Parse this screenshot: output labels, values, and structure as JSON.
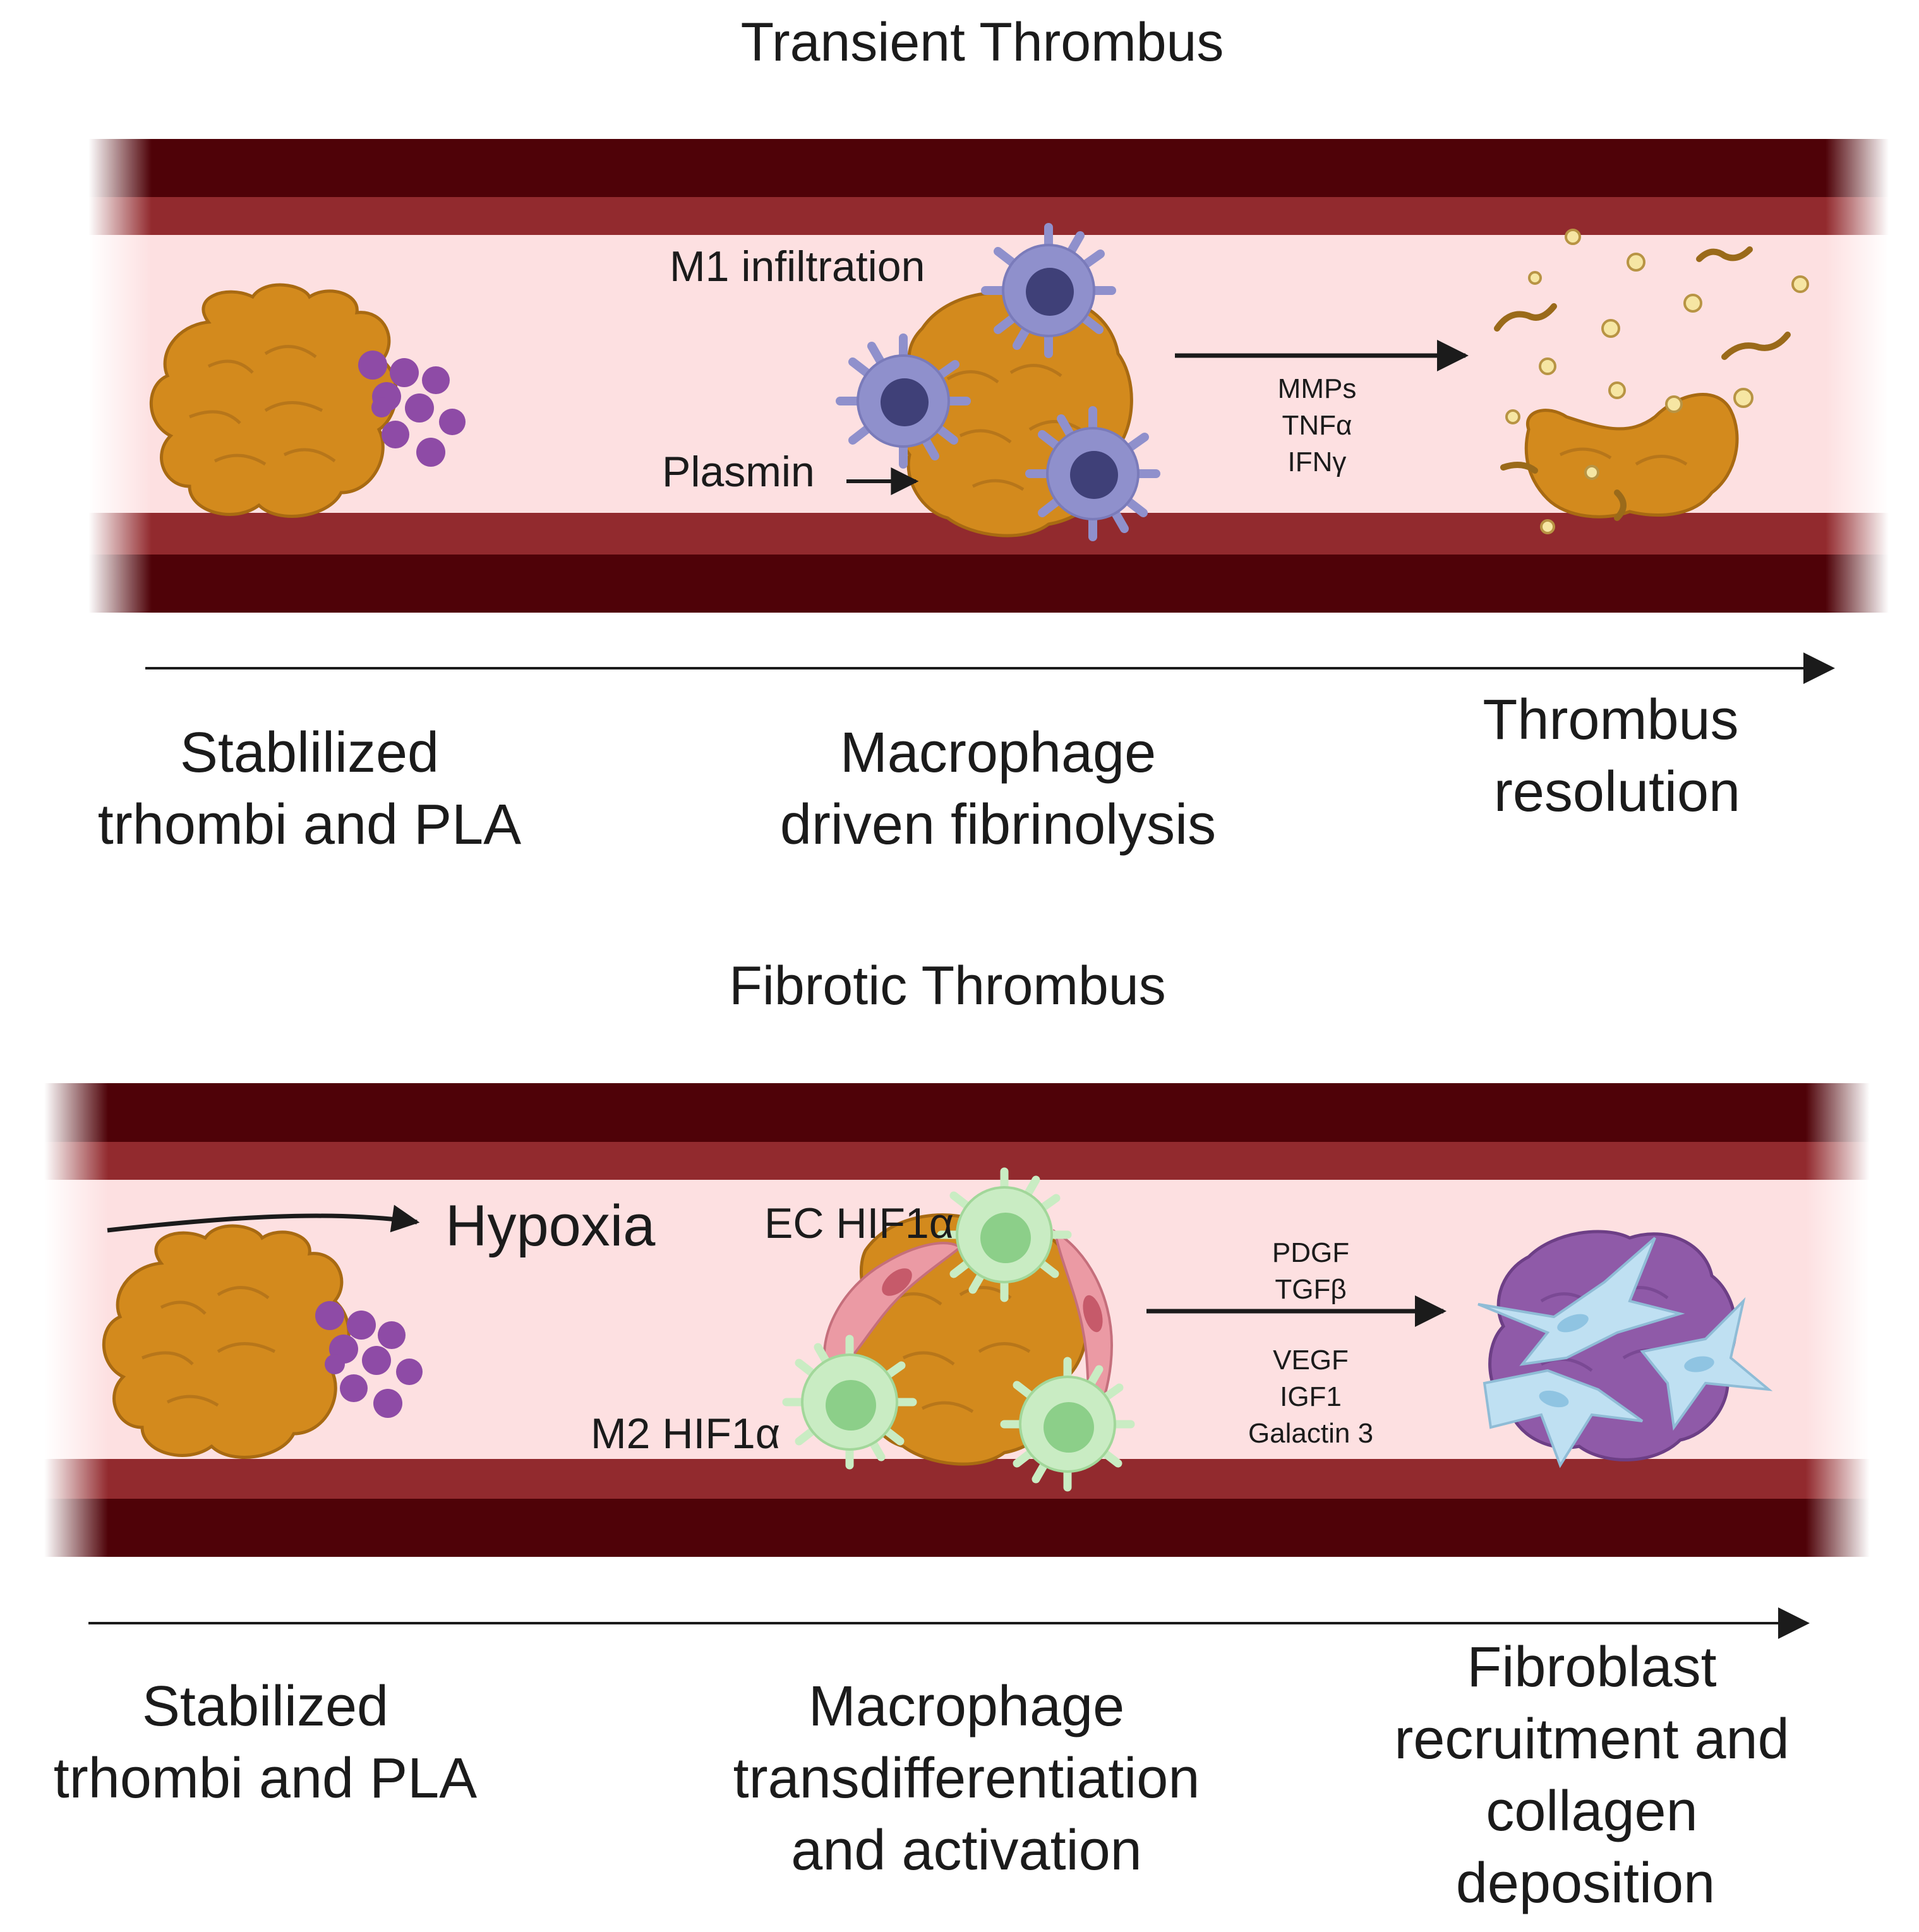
{
  "panels": {
    "transient": {
      "title": "Transient Thrombus",
      "m1_label": "M1 infiltration",
      "plasmin_label": "Plasmin",
      "mediators": [
        "MMPs",
        "TNFα",
        "IFNγ"
      ],
      "stages": [
        [
          "Stablilized",
          "trhombi and PLA"
        ],
        [
          "Macrophage",
          "driven fibrinolysis"
        ],
        [
          "Thrombus",
          "resolution"
        ]
      ]
    },
    "fibrotic": {
      "title": "Fibrotic Thrombus",
      "hypoxia_label": "Hypoxia",
      "ec_label": "EC HIF1α",
      "m2_label": "M2 HIF1α",
      "mediators_a": [
        "PDGF",
        "TGFβ"
      ],
      "mediators_b": [
        "VEGF",
        "IGF1",
        "Galactin 3"
      ],
      "stages": [
        [
          "Stabilized",
          "trhombi and PLA"
        ],
        [
          "Macrophage",
          "transdifferentiation",
          "and activation"
        ],
        [
          "Fibroblast",
          "recruitment and",
          "collagen",
          "deposition"
        ]
      ]
    }
  },
  "colors": {
    "vessel_outer": "#4f0208",
    "vessel_wall": "#922a2e",
    "lumen": "#fde0e1",
    "thrombus": "#d38a1d",
    "thrombus_stroke": "#a86a12",
    "platelet": "#8e4ba6",
    "m1_macrophage": "#8f90cc",
    "m1_nucleus": "#3f4078",
    "m2_macrophage": "#c9ecc3",
    "m2_nucleus": "#8ccf89",
    "endothelial": "#eb9aa4",
    "fibroblast": "#bfe0f2",
    "fibrotic_clot": "#8f5aa8",
    "debris": "#f6e6a3",
    "fiber": "#9a6a1a",
    "text": "#1b1b1b"
  }
}
